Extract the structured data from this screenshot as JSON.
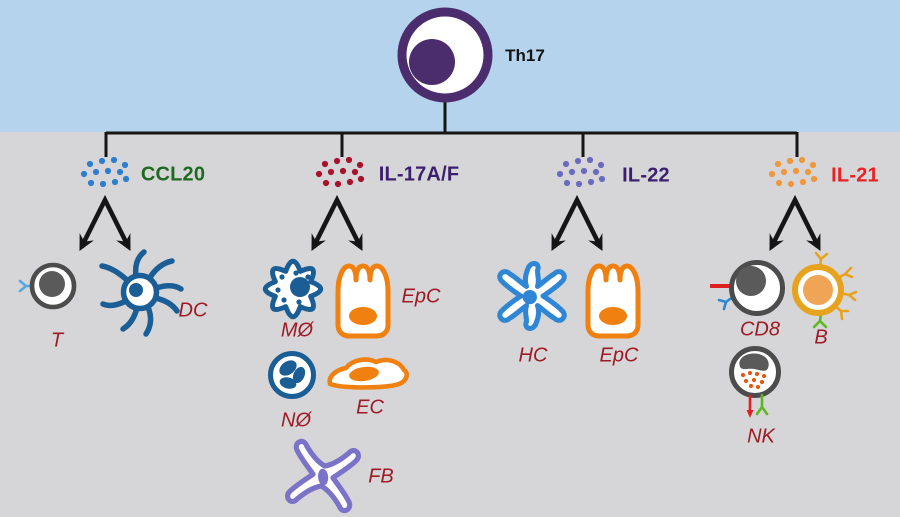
{
  "figure": {
    "type": "cell-signaling-diagram",
    "source_cell": {
      "label": "Th17"
    }
  },
  "palette": {
    "top_band": "#b5d3ed",
    "background": "#d6d6d8",
    "connector_line": "#151515",
    "th17_purple": "#4b2d6e",
    "cell_label_color": "#9e1a26",
    "gray_cell": "#4c4c4c",
    "blue_cell": "#1b5e96",
    "bright_blue_cell": "#2e86d4",
    "orange_cell": "#f08010",
    "amber_cell": "#e8a31e",
    "lavender_cell": "#7a73c8",
    "green_receptor": "#5cb820",
    "red_receptor": "#e02020"
  },
  "branches": [
    {
      "cytokine": "CCL20",
      "label_color": "#1d6b21",
      "dot_color": "#2e7ed0",
      "targets": [
        "T",
        "DC"
      ]
    },
    {
      "cytokine": "IL-17A/F",
      "label_color": "#3a1f6e",
      "dot_color": "#a81228",
      "targets": [
        "MØ",
        "EpC",
        "NØ",
        "EC",
        "FB"
      ]
    },
    {
      "cytokine": "IL-22",
      "label_color": "#3a1f6e",
      "dot_color": "#6a6ac0",
      "targets": [
        "HC",
        "EpC"
      ]
    },
    {
      "cytokine": "IL-21",
      "label_color": "#e82222",
      "dot_color": "#f0963c",
      "targets": [
        "CD8",
        "B",
        "NK"
      ]
    }
  ]
}
